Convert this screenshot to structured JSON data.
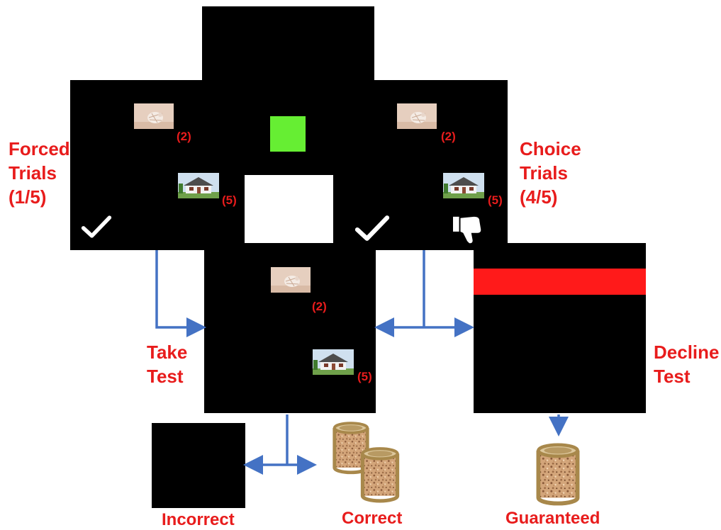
{
  "labels": {
    "forced_trials": [
      "Forced",
      "Trials",
      "(1/5)"
    ],
    "choice_trials": [
      "Choice",
      "Trials",
      "(4/5)"
    ],
    "take_test": [
      "Take",
      "Test"
    ],
    "decline_test": [
      "Decline",
      "Test"
    ],
    "incorrect": "Incorrect",
    "correct": "Correct",
    "guaranteed": "Guaranteed"
  },
  "reward_counts": {
    "shell": "(2)",
    "house": "(5)"
  },
  "icons": {
    "shell_image": "seashell-photo-icon",
    "house_image": "house-photo-icon",
    "accept": "checkmark-icon",
    "decline": "thumbs-down-icon",
    "reward": "food-pellet-cup-icon",
    "start_cue": "green-square-icon"
  },
  "colors": {
    "label_red": "#e81c1c",
    "arrow_blue": "#4472c4",
    "start_cue_green": "#66ee33",
    "decline_bar_red": "#ff1a1a",
    "screen_black": "#000000"
  }
}
